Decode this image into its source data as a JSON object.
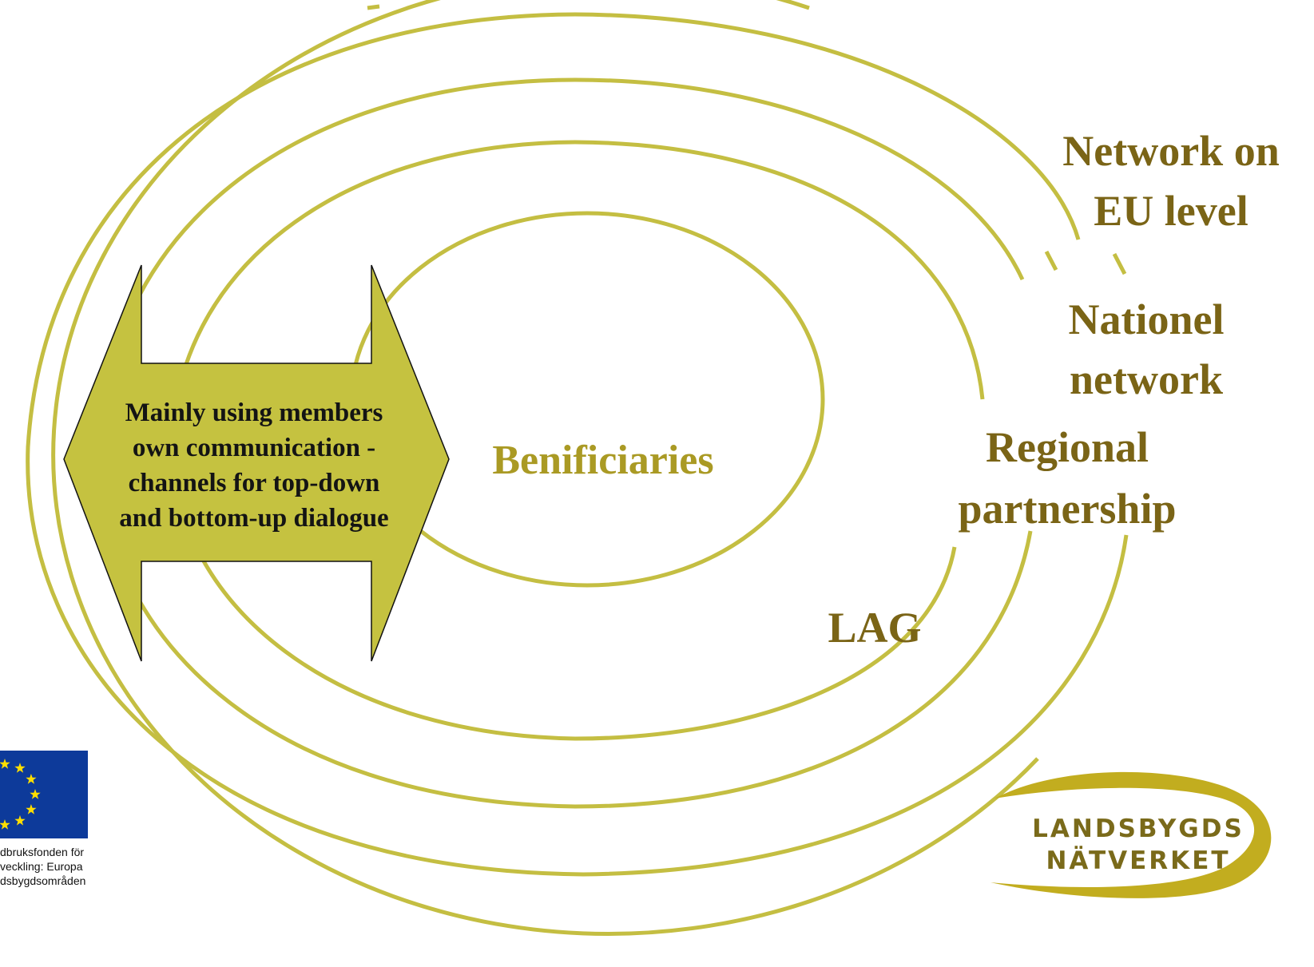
{
  "colors": {
    "ring": "#c4be42",
    "label": "#7a6416",
    "center_label": "#aa9a24",
    "arrow_fill": "#c5c240",
    "arrow_stroke": "#111111",
    "logo_text": "#7a6a1a",
    "logo_swoosh": "#c2ad1f",
    "eu_blue": "#0d3a9a",
    "eu_star": "#ffde00"
  },
  "labels": {
    "eu_level": [
      "Network on",
      "EU level"
    ],
    "national": [
      "Nationel",
      "network"
    ],
    "regional": [
      "Regional",
      "partnership"
    ],
    "lag": "LAG",
    "center": "Benificiaries"
  },
  "arrow": {
    "lines": [
      "Mainly using members",
      "own communication -",
      "channels for top-down",
      "and bottom-up dialogue"
    ]
  },
  "logo": {
    "line1": "LANDSBYGDS",
    "line2": "NÄTVERKET"
  },
  "eu_emblem": {
    "caption": [
      "dbruksfonden för",
      "veckling: Europa",
      "dsbygdsområden"
    ]
  }
}
